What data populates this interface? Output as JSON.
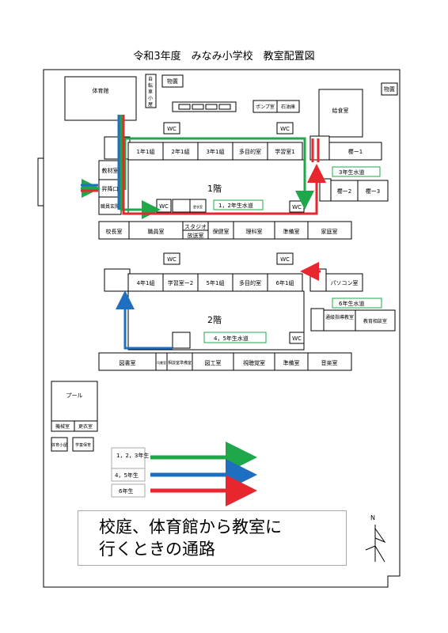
{
  "title": "令和3年度　みなみ小学校　教室配置図",
  "rooms": {
    "gym": "体育館",
    "bike_shed": "自転車小屋",
    "storage1": "物置",
    "storage2": "物置",
    "pump": "ポンプ室",
    "kerosene": "石油庫",
    "kitchen": "給食室",
    "wc": "WC",
    "f1": {
      "class_1_1": "1年1組",
      "class_2_1": "2年1組",
      "class_3_1": "3年1組",
      "multi": "多目的室",
      "study1": "学習室1",
      "sakura1": "櫻ー1",
      "sakura2": "櫻ー2",
      "sakura3": "櫻ー3",
      "materials": "教材室",
      "entrance_ramp": "昇降口",
      "staff_entrance": "職員玄関",
      "principal": "校長室",
      "staff": "職員室",
      "studio": "スタジオ",
      "broadcast": "放送室",
      "locker": "更衣室",
      "nurse": "保健室",
      "science": "理科室",
      "prep": "準備室",
      "home_ec": "家庭室"
    },
    "f2": {
      "class_4_1": "4年1組",
      "study2": "学習室ー2",
      "class_5_1": "5年1組",
      "multi": "多目的室",
      "class_6_1": "6年1組",
      "pc": "パソコン室",
      "guidance": "通級指導教室",
      "counseling": "教育相談室",
      "library": "図書室",
      "library_prep": "司書室",
      "consult_prep": "相談室準備室",
      "art": "図工室",
      "av": "視聴覚室",
      "prep": "準備室",
      "music": "音楽室"
    },
    "pool": "プール",
    "machine": "機械室",
    "changing": "更衣室",
    "pe_shed": "体育小屋",
    "afterschool": "学童保育"
  },
  "floors": {
    "first": "1階",
    "second": "2階"
  },
  "route_labels": {
    "g12": "1，2年生水道",
    "g3": "3年生水道",
    "g45": "4，5年生水道",
    "g6": "6年生水道"
  },
  "legend": [
    {
      "label": "1，2，3年生",
      "color": "#1fa84a"
    },
    {
      "label": "4，5年生",
      "color": "#1f6fc0"
    },
    {
      "label": "6年生",
      "color": "#e8262d"
    }
  ],
  "caption": {
    "line1": "校庭、体育館から教室に",
    "line2": "行くときの通路"
  },
  "compass": "N"
}
